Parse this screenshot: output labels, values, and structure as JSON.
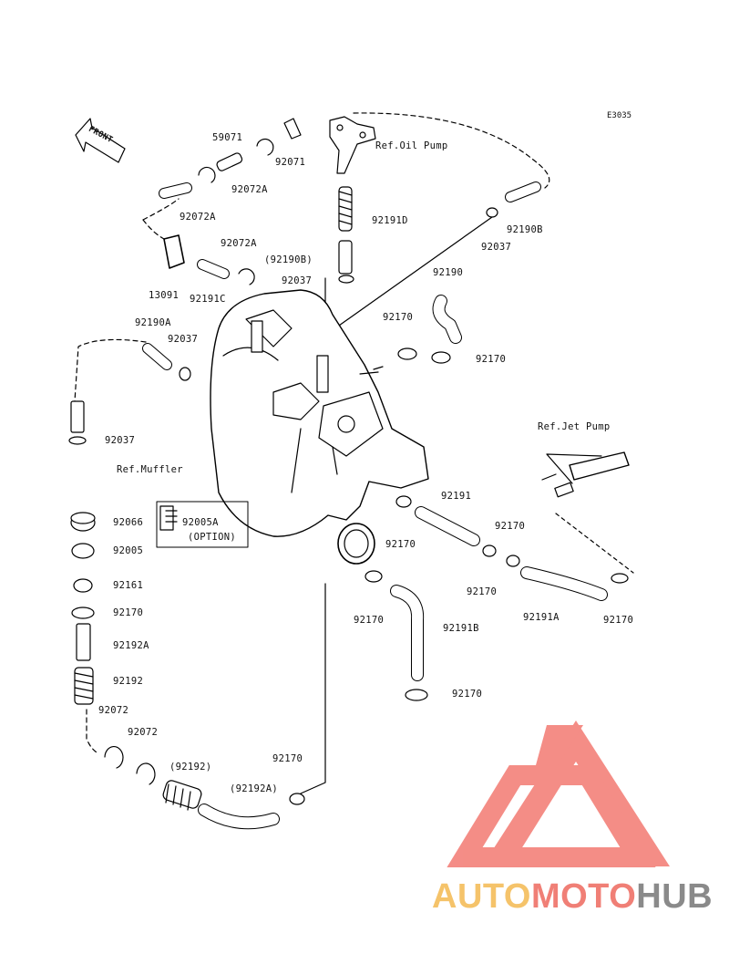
{
  "diagram": {
    "code": "E3035",
    "front_marker": "FRONT",
    "labels": {
      "p59071": "59071",
      "p92071": "92071",
      "p92072A_top": "92072A",
      "p92072A_left": "92072A",
      "p92072A_mid": "92072A",
      "p13091": "13091",
      "p92191C": "92191C",
      "ref_oil_pump": "Ref.Oil Pump",
      "p92191D": "92191D",
      "p92190B": "92190B",
      "p92037_right": "92037",
      "p92190B_paren": "(92190B)",
      "p92037_mid": "92037",
      "p92190": "92190",
      "p92170_a": "92170",
      "p92170_b": "92170",
      "p92190A": "92190A",
      "p92037_c": "92037",
      "p92037_d": "92037",
      "ref_jet_pump": "Ref.Jet Pump",
      "ref_muffler": "Ref.Muffler",
      "p92191": "92191",
      "p92170_c": "92170",
      "p92066": "92066",
      "p92005A": "92005A",
      "option": "(OPTION)",
      "p92005": "92005",
      "p92170_d": "92170",
      "p92170_e": "92170",
      "p92191A": "92191A",
      "p92170_f": "92170",
      "p92161": "92161",
      "p92170_g": "92170",
      "p92170_h": "92170",
      "p92191B": "92191B",
      "p92192A": "92192A",
      "p92192": "92192",
      "p92170_i": "92170",
      "p92072_a": "92072",
      "p92072_b": "92072",
      "p92192_paren": "(92192)",
      "p92170_j": "92170",
      "p92192A_paren": "(92192A)"
    }
  },
  "watermark": {
    "part1": "AUTO",
    "part2": "MOTO",
    "part3": "HUB",
    "colors": {
      "auto": "#f5c36a",
      "moto": "#f07f76",
      "hub": "#8a8a8a",
      "logo": "#f3817a"
    }
  }
}
